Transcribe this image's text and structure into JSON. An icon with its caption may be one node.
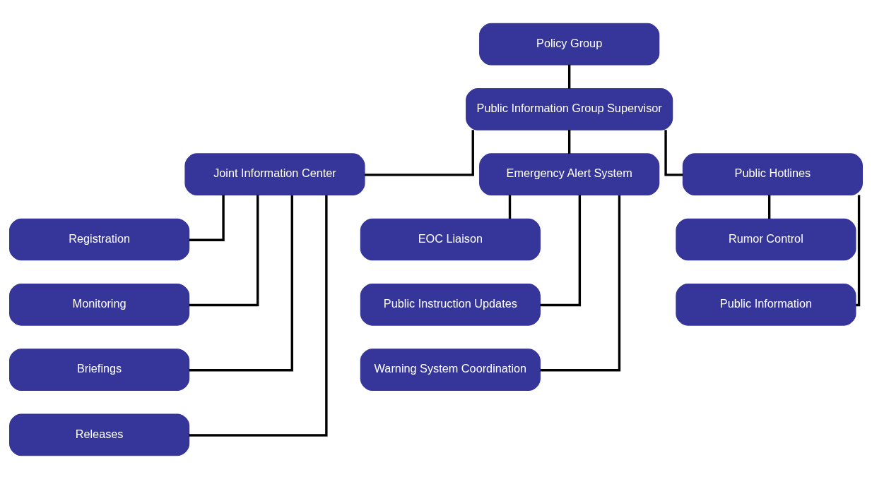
{
  "diagram": {
    "nodes": [
      {
        "text": [
          "Policy Group"
        ]
      },
      {
        "text": [
          "Public Information Group Supervisor"
        ]
      },
      {
        "text": [
          "Joint Information Center"
        ]
      },
      {
        "text": [
          "Emergency Alert System"
        ]
      },
      {
        "text": [
          "Public Hotlines"
        ]
      },
      {
        "text": [
          "Registration"
        ]
      },
      {
        "text": [
          "Monitoring"
        ]
      },
      {
        "text": [
          "Briefings"
        ]
      },
      {
        "text": [
          "Releases"
        ]
      },
      {
        "text": [
          "EOC Liaison"
        ]
      },
      {
        "text": [
          "Public Instruction Updates"
        ]
      },
      {
        "text": [
          "Warning System Coordination"
        ]
      },
      {
        "text": [
          "Rumor Control"
        ]
      },
      {
        "text": [
          "Public Information"
        ]
      }
    ],
    "edges": [
      {
        "from": 0,
        "to": 1,
        "arrow": "none"
      },
      {
        "from": 1,
        "to": 2,
        "arrow": "none"
      },
      {
        "from": 1,
        "to": 3,
        "arrow": "none"
      },
      {
        "from": 1,
        "to": 4,
        "arrow": "none"
      },
      {
        "from": 2,
        "to": 5,
        "arrow": "none"
      },
      {
        "from": 2,
        "to": 6,
        "arrow": "none"
      },
      {
        "from": 2,
        "to": 7,
        "arrow": "none"
      },
      {
        "from": 2,
        "to": 8,
        "arrow": "none"
      },
      {
        "from": 3,
        "to": 9,
        "arrow": "none"
      },
      {
        "from": 3,
        "to": 10,
        "arrow": "none"
      },
      {
        "from": 3,
        "to": 11,
        "arrow": "none"
      },
      {
        "from": 4,
        "to": 12,
        "arrow": "none"
      },
      {
        "from": 4,
        "to": 13,
        "arrow": "none"
      }
    ]
  }
}
